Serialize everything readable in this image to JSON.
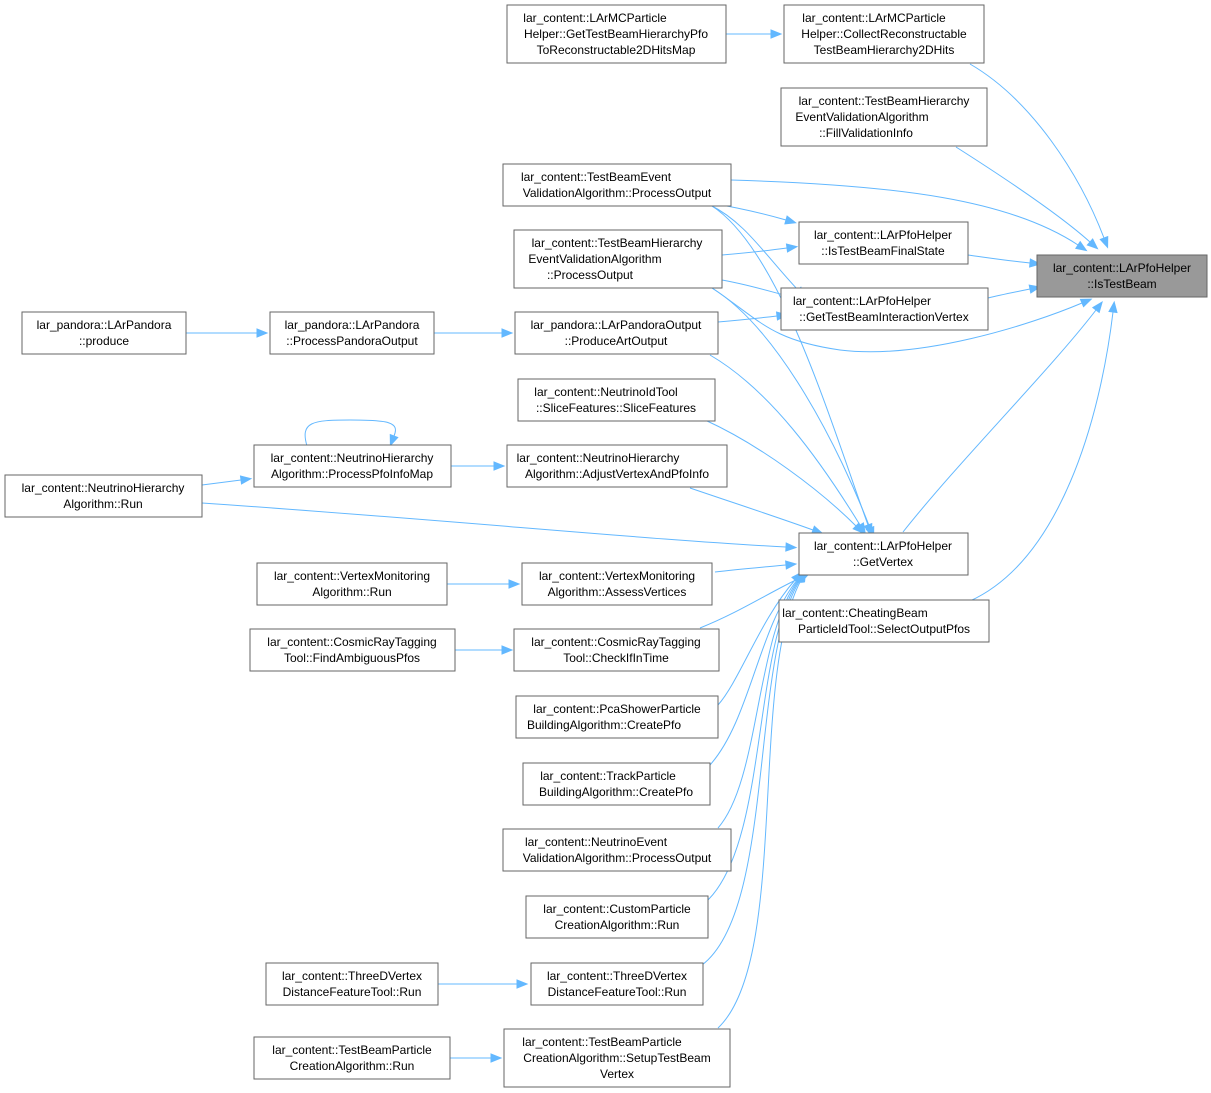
{
  "colors": {
    "edge": "#63b8ff",
    "node_border": "#666666",
    "highlight_fill": "#999999",
    "node_fill": "#ffffff"
  },
  "nodes": {
    "is_test_beam": [
      "lar_content::LArPfoHelper",
      "::IsTestBeam"
    ],
    "collect_reconstructable": [
      "lar_content::LArMCParticle",
      "Helper::CollectReconstructable",
      "TestBeamHierarchy2DHits"
    ],
    "get_tb_hierarchy_map": [
      "lar_content::LArMCParticle",
      "Helper::GetTestBeamHierarchyPfo",
      "ToReconstructable2DHitsMap"
    ],
    "tbh_fill_validation": [
      "lar_content::TestBeamHierarchy",
      "EventValidationAlgorithm",
      "::FillValidationInfo"
    ],
    "tb_event_process_output": [
      "lar_content::TestBeamEvent",
      "ValidationAlgorithm::ProcessOutput"
    ],
    "is_tb_final_state": [
      "lar_content::LArPfoHelper",
      "::IsTestBeamFinalState"
    ],
    "tbh_process_output": [
      "lar_content::TestBeamHierarchy",
      "EventValidationAlgorithm",
      "::ProcessOutput"
    ],
    "get_tb_interaction_vertex": [
      "lar_content::LArPfoHelper",
      "::GetTestBeamInteractionVertex"
    ],
    "produce": [
      "lar_pandora::LArPandora",
      "::produce"
    ],
    "process_pandora_output": [
      "lar_pandora::LArPandora",
      "::ProcessPandoraOutput"
    ],
    "produce_art_output": [
      "lar_pandora::LArPandoraOutput",
      "::ProduceArtOutput"
    ],
    "slice_features": [
      "lar_content::NeutrinoIdTool",
      "::SliceFeatures::SliceFeatures"
    ],
    "nh_process_pfo_info_map": [
      "lar_content::NeutrinoHierarchy",
      "Algorithm::ProcessPfoInfoMap"
    ],
    "nh_adjust_vertex": [
      "lar_content::NeutrinoHierarchy",
      "Algorithm::AdjustVertexAndPfoInfo"
    ],
    "nh_run": [
      "lar_content::NeutrinoHierarchy",
      "Algorithm::Run"
    ],
    "get_vertex": [
      "lar_content::LArPfoHelper",
      "::GetVertex"
    ],
    "cheating_select_output": [
      "lar_content::CheatingBeam",
      "ParticleIdTool::SelectOutputPfos"
    ],
    "vm_run": [
      "lar_content::VertexMonitoring",
      "Algorithm::Run"
    ],
    "vm_assess": [
      "lar_content::VertexMonitoring",
      "Algorithm::AssessVertices"
    ],
    "crt_find_ambiguous": [
      "lar_content::CosmicRayTagging",
      "Tool::FindAmbiguousPfos"
    ],
    "crt_check_in_time": [
      "lar_content::CosmicRayTagging",
      "Tool::CheckIfInTime"
    ],
    "pca_shower_create": [
      "lar_content::PcaShowerParticle",
      "BuildingAlgorithm::CreatePfo"
    ],
    "track_particle_create": [
      "lar_content::TrackParticle",
      "BuildingAlgorithm::CreatePfo"
    ],
    "nu_event_process_output": [
      "lar_content::NeutrinoEvent",
      "ValidationAlgorithm::ProcessOutput"
    ],
    "custom_particle_run": [
      "lar_content::CustomParticle",
      "CreationAlgorithm::Run"
    ],
    "three_d_vertex_run_left": [
      "lar_content::ThreeDVertex",
      "DistanceFeatureTool::Run"
    ],
    "three_d_vertex_run": [
      "lar_content::ThreeDVertex",
      "DistanceFeatureTool::Run"
    ],
    "tb_particle_run": [
      "lar_content::TestBeamParticle",
      "CreationAlgorithm::Run"
    ],
    "tb_particle_setup_vertex": [
      "lar_content::TestBeamParticle",
      "CreationAlgorithm::SetupTestBeam",
      "Vertex"
    ]
  }
}
